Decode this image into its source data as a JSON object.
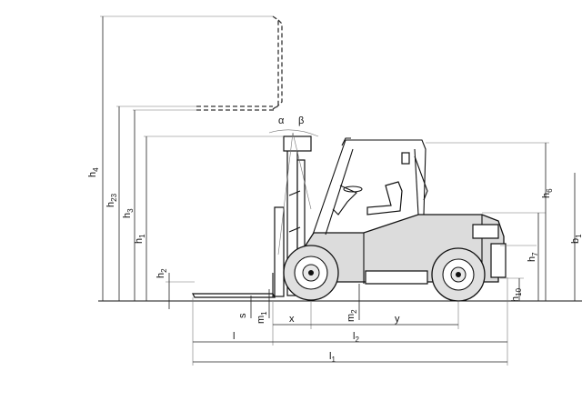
{
  "labels": {
    "h4": {
      "main": "h",
      "sub": "4"
    },
    "h23": {
      "main": "h",
      "sub": "23"
    },
    "h3": {
      "main": "h",
      "sub": "3"
    },
    "h1": {
      "main": "h",
      "sub": "1"
    },
    "h2": {
      "main": "h",
      "sub": "2"
    },
    "h6": {
      "main": "h",
      "sub": "6"
    },
    "b1": {
      "main": "b",
      "sub": "1"
    },
    "h7": {
      "main": "h",
      "sub": "7"
    },
    "h10": {
      "main": "h",
      "sub": "10"
    },
    "s": {
      "main": "s",
      "sub": ""
    },
    "m1": {
      "main": "m",
      "sub": "1"
    },
    "m2": {
      "main": "m",
      "sub": "2"
    },
    "x": {
      "main": "x",
      "sub": ""
    },
    "y": {
      "main": "y",
      "sub": ""
    },
    "l": {
      "main": "l",
      "sub": ""
    },
    "l2": {
      "main": "l",
      "sub": "2"
    },
    "l1": {
      "main": "l",
      "sub": "1"
    },
    "alpha": {
      "main": "α",
      "sub": ""
    },
    "beta": {
      "main": "β",
      "sub": ""
    }
  }
}
